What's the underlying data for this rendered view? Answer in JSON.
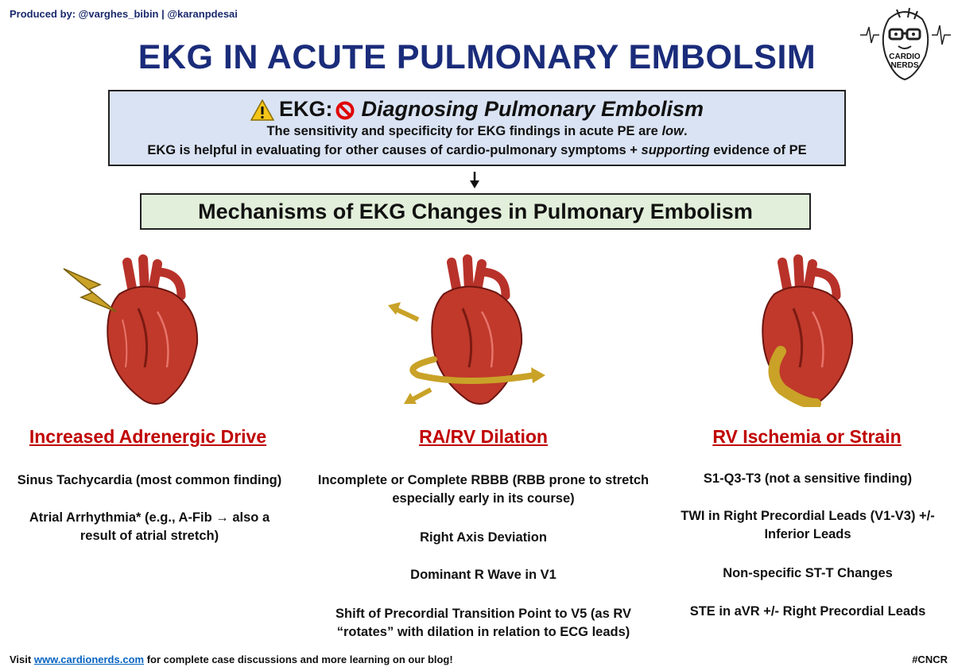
{
  "produced_by": "Produced by: @varghes_bibin | @karanpdesai",
  "title": "EKG IN ACUTE PULMONARY EMBOLSIM",
  "logo": {
    "icon": "cardionerds-logo-icon",
    "text_line1": "CARDIO",
    "text_line2": "NERDS"
  },
  "intro_box": {
    "warn_icon": "warning-icon",
    "ekg_label": "EKG:",
    "no_icon": "prohibited-icon",
    "heading": "Diagnosing Pulmonary Embolism",
    "line1_pre": "The sensitivity and specificity for EKG findings in acute PE are ",
    "line1_em": "low",
    "line1_post": ".",
    "line2_pre": "EKG is helpful in evaluating for other causes of cardio-pulmonary symptoms + ",
    "line2_em": "supporting",
    "line2_post": " evidence of PE",
    "bg_color": "#dae3f3"
  },
  "mechanisms_box": {
    "label": "Mechanisms of EKG Changes in Pulmonary Embolism",
    "bg_color": "#e2efda"
  },
  "columns": [
    {
      "heading": "Increased Adrenergic Drive",
      "icon": "heart-lightning-icon",
      "items": [
        "Sinus Tachycardia (most common finding)",
        "Atrial Arrhythmia* (e.g., A-Fib → also a result of atrial stretch)"
      ]
    },
    {
      "heading": "RA/RV Dilation",
      "icon": "heart-rotation-icon",
      "items": [
        "Incomplete or Complete RBBB (RBB prone to stretch especially early in its course)",
        "Right Axis Deviation",
        "Dominant R Wave in V1",
        "Shift of Precordial Transition Point to V5 (as RV “rotates” with dilation in relation to ECG leads)"
      ]
    },
    {
      "heading": "RV Ischemia or Strain",
      "icon": "heart-strain-icon",
      "items": [
        "S1-Q3-T3 (not a sensitive finding)",
        "TWI in Right Precordial Leads (V1-V3) +/- Inferior Leads",
        "Non-specific ST-T Changes",
        "STE in aVR +/- Right Precordial Leads"
      ]
    }
  ],
  "footer": {
    "pre": "Visit ",
    "link": "www.cardionerds.com",
    "post": " for complete case discussions and more learning on our blog!",
    "hashtag": "#CNCR"
  },
  "colors": {
    "title": "#1a2c7a",
    "heading_red": "#c00000",
    "heart": "#c0392b",
    "gold": "#c9a227",
    "link": "#0563c1"
  }
}
